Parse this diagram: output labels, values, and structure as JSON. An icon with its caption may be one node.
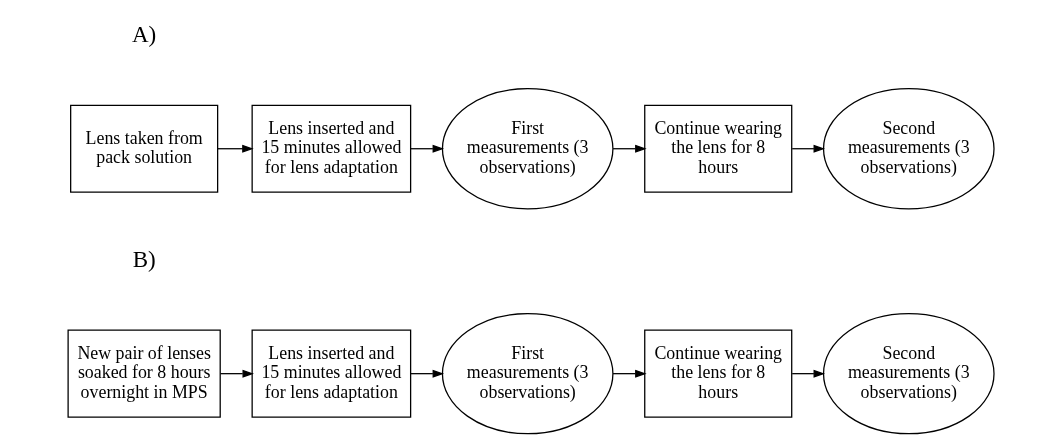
{
  "diagram": {
    "nodes": [
      {
        "text": [
          "Lens taken from pack solution"
        ]
      },
      {
        "text": [
          "Lens inserted and 15 minutes allowed for lens adaptation"
        ]
      },
      {
        "text": [
          "First measurements (3 observations)"
        ]
      },
      {
        "text": [
          "Continue wearing the lens for 8 hours"
        ]
      },
      {
        "text": [
          "Second measurements (3 observations)"
        ]
      },
      {
        "text": [
          "New pair of lenses soaked for 8 hours overnight in MPS"
        ]
      },
      {
        "text": [
          "Lens inserted and 15 minutes allowed for lens adaptation"
        ]
      },
      {
        "text": [
          "First measurements (3 observations)"
        ]
      },
      {
        "text": [
          "Continue wearing the lens for 8 hours"
        ]
      },
      {
        "text": [
          "Second measurements (3 observations)"
        ]
      }
    ],
    "edges": [
      {
        "from": 0,
        "to": 1,
        "arrow": "to"
      },
      {
        "from": 1,
        "to": 2,
        "arrow": "to"
      },
      {
        "from": 2,
        "to": 3,
        "arrow": "to"
      },
      {
        "from": 3,
        "to": 4,
        "arrow": "to"
      },
      {
        "from": 5,
        "to": 6,
        "arrow": "to"
      },
      {
        "from": 6,
        "to": 7,
        "arrow": "to"
      },
      {
        "from": 7,
        "to": 8,
        "arrow": "to"
      },
      {
        "from": 8,
        "to": 9,
        "arrow": "to"
      }
    ],
    "labels": [
      "A)",
      "B)"
    ]
  }
}
